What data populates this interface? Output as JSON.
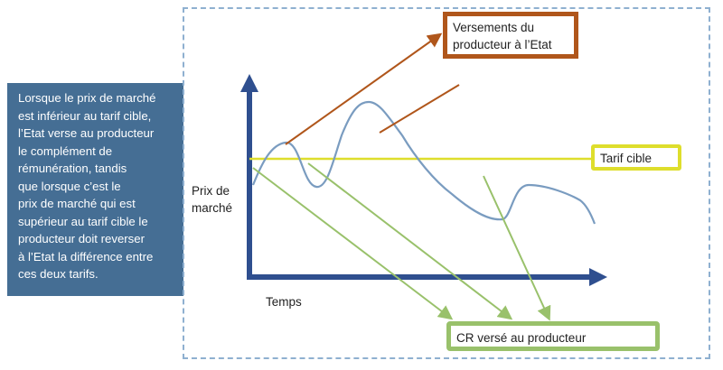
{
  "explanation": {
    "lines": [
      "Lorsque le prix de marché",
      "est inférieur au tarif cible,",
      "l’Etat verse au producteur",
      "le complément de",
      "rémunération, tandis",
      "que lorsque c’est le",
      "prix de marché qui est",
      "supérieur au tarif cible le",
      "producteur doit reverser",
      "à l’Etat la différence entre",
      "ces deux tarifs."
    ],
    "background": "#456e94"
  },
  "axes": {
    "y_label_line1": "Prix de",
    "y_label_line2": "marché",
    "x_label": "Temps",
    "color": "#2f4f8f"
  },
  "callouts": {
    "versements_line1": "Versements du",
    "versements_line2": "producteur à l’Etat",
    "tarif_cible": "Tarif cible",
    "cr_verse": "CR versé au producteur"
  },
  "colors": {
    "price_curve": "#7a9cc0",
    "tarif_line": "#dede2c",
    "versements": "#b0561b",
    "cr": "#99c16b"
  }
}
